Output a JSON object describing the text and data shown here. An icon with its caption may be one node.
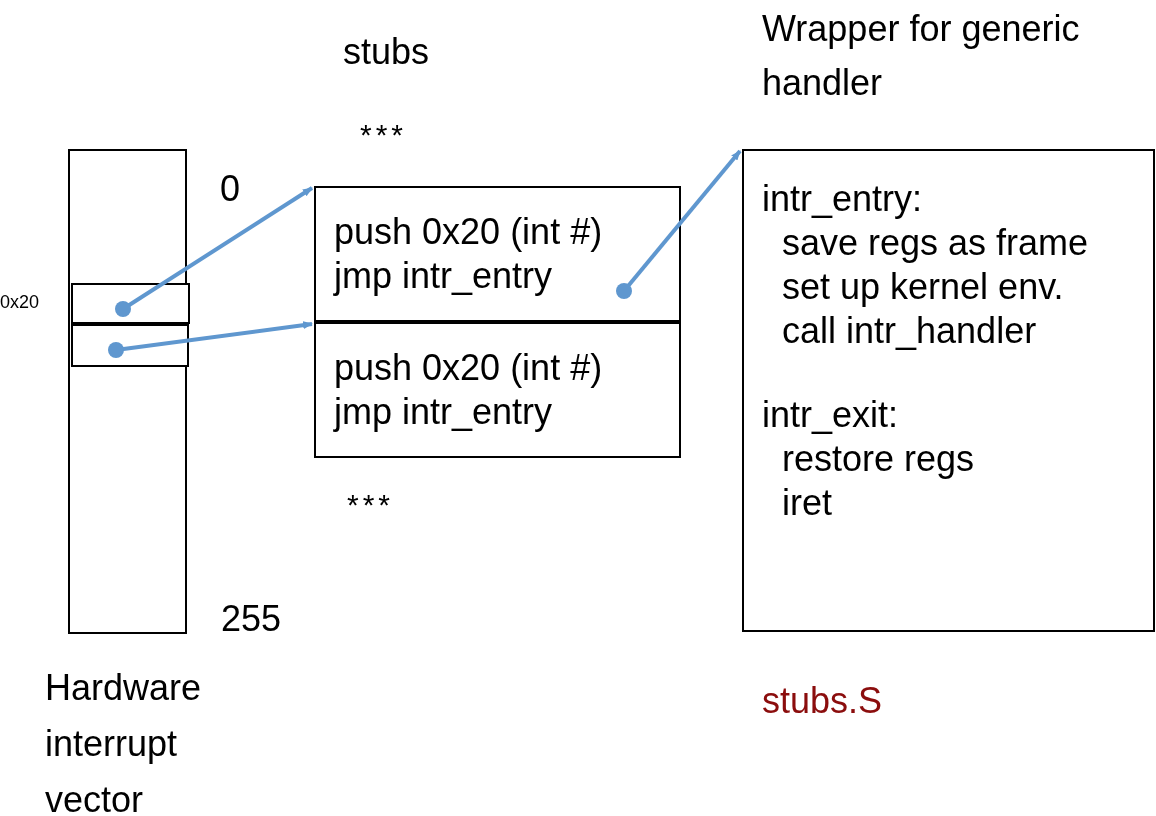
{
  "diagram": {
    "nodes": [
      {
        "text": [],
        "shape": "box",
        "beside": [
          "0",
          "255",
          "Hardware interrupt vector"
        ]
      },
      {
        "text": [],
        "shape": "box",
        "in": 0,
        "beside": [
          "0x20"
        ]
      },
      {
        "text": [],
        "shape": "box",
        "in": 0
      },
      {
        "text": [
          "push 0x20 (int #)",
          "jmp intr_entry"
        ]
      },
      {
        "text": [
          "push 0x20 (int #)",
          "jmp intr_entry"
        ]
      },
      {
        "text": [
          "intr_entry:",
          "save regs as frame",
          "set up kernel env.",
          "call intr_handler",
          "intr_exit:",
          "restore regs",
          "iret"
        ],
        "beside": [
          "Wrapper for generic handler"
        ]
      }
    ],
    "edges": [
      {
        "from": 1,
        "to": 3,
        "arrow": "to"
      },
      {
        "from": 2,
        "to": 4,
        "arrow": "to"
      },
      {
        "from": 3,
        "to": 5,
        "arrow": "to"
      }
    ],
    "labels": [
      "stubs",
      "***",
      "***",
      "stubs.S"
    ]
  }
}
